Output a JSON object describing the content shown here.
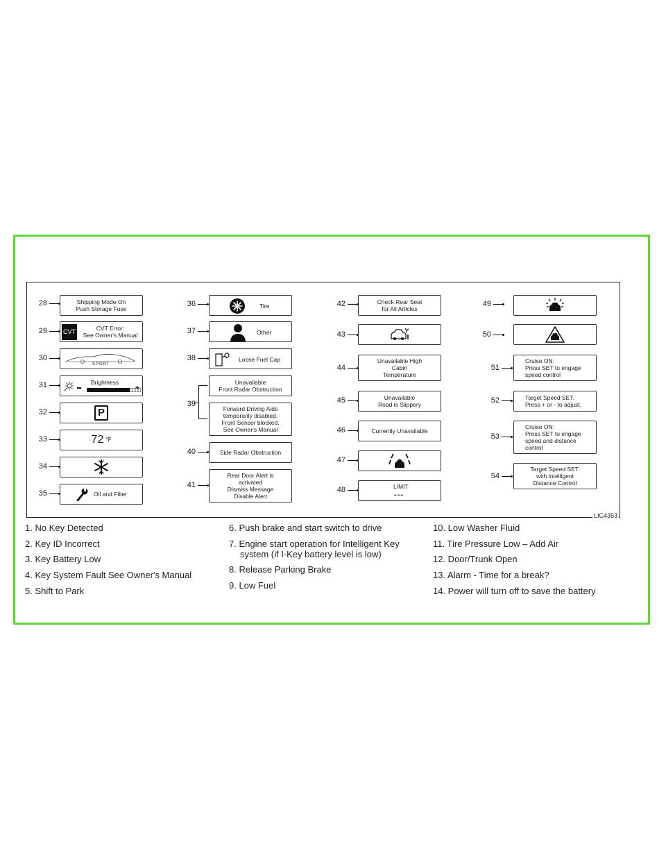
{
  "figure_code": "LIC4353",
  "displays": [
    {
      "num": "28",
      "lines": [
        "Shipping Mode On",
        "Push Storage Fuse"
      ]
    },
    {
      "num": "29",
      "badge": "CVT",
      "lines": [
        "CVT Error:",
        "See Owner's Manual"
      ]
    },
    {
      "num": "30",
      "badge": "SPORT",
      "icon": "sport-car-icon"
    },
    {
      "num": "31",
      "label": "Brightness",
      "icon": "brightness-icon"
    },
    {
      "num": "32",
      "symbol": "P",
      "icon": "park-icon"
    },
    {
      "num": "33",
      "value": "72",
      "unit": "°F"
    },
    {
      "num": "34",
      "icon": "snowflake-icon"
    },
    {
      "num": "35",
      "label": "Oil and Filter",
      "icon": "wrench-icon"
    },
    {
      "num": "36",
      "label": "Tire",
      "icon": "tire-icon"
    },
    {
      "num": "37",
      "label": "Other",
      "icon": "person-icon"
    },
    {
      "num": "38",
      "label": "Loose Fuel Cap",
      "icon": "fuel-cap-icon"
    },
    {
      "num": "39",
      "lines_a": [
        "Unavailable",
        "Front Radar Obstruction"
      ],
      "lines_b": [
        "Forward Driving Aids",
        "temporarily disabled.",
        "Front Sensor blocked.",
        "See Owner's Manual"
      ]
    },
    {
      "num": "40",
      "label": "Side Radar Obstruction"
    },
    {
      "num": "41",
      "lines": [
        "Rear Door Alert is",
        "activated",
        "Dismiss Message",
        "Disable Alert"
      ]
    },
    {
      "num": "42",
      "lines": [
        "Check Rear Seat",
        "for All Articles"
      ]
    },
    {
      "num": "43",
      "icon": "car-alert-icon"
    },
    {
      "num": "44",
      "lines": [
        "Unavailable High",
        "Cabin",
        "Temperature"
      ]
    },
    {
      "num": "45",
      "lines": [
        "Unavailable",
        "Road is Slippery"
      ]
    },
    {
      "num": "46",
      "label": "Currently Unavailable"
    },
    {
      "num": "47",
      "icon": "lane-car-icon"
    },
    {
      "num": "48",
      "label": "LIMIT",
      "value": "---"
    },
    {
      "num": "49",
      "icon": "car-lights-icon"
    },
    {
      "num": "50",
      "icon": "car-warning-icon"
    },
    {
      "num": "51",
      "lines": [
        "Cruise ON:",
        "Press SET to engage",
        "speed control"
      ]
    },
    {
      "num": "52",
      "lines": [
        "Target Speed SET.",
        "Press + or - to adjust."
      ]
    },
    {
      "num": "53",
      "lines": [
        "Cruise ON:",
        "Press SET to engage",
        "speed and distance",
        "control"
      ]
    },
    {
      "num": "54",
      "lines": [
        "Target Speed SET.",
        "with Intelligent",
        "Distance Control"
      ]
    }
  ],
  "legend": {
    "col1": [
      "1.  No Key Detected",
      "2.  Key ID Incorrect",
      "3.  Key Battery Low",
      "4.  Key System Fault See Owner's Manual",
      "5.  Shift to Park"
    ],
    "col2": [
      "6.  Push brake and start switch to drive",
      "7.  Engine start operation for Intelligent Key",
      "system (if I-Key battery level is low)",
      "8.  Release Parking Brake",
      "9.  Low Fuel"
    ],
    "col3": [
      "10.  Low Washer Fluid",
      "11.  Tire Pressure Low – Add Air",
      "12.  Door/Trunk Open",
      "13.  Alarm - Time for a break?",
      "14.  Power will turn off to save the battery"
    ]
  }
}
